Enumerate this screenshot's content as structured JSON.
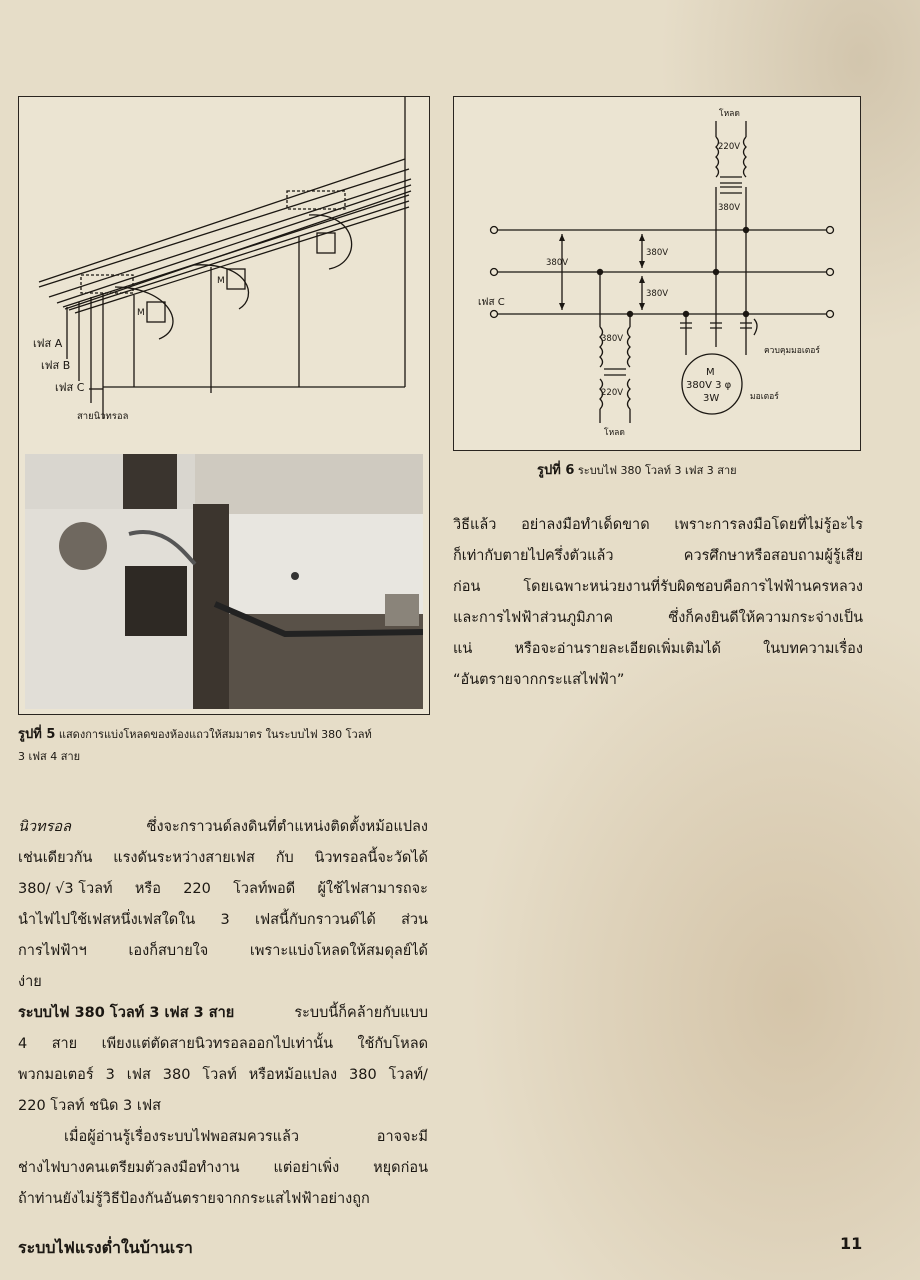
{
  "figure5": {
    "phase_a": "เฟส A",
    "phase_b": "เฟส B",
    "phase_c": "เฟส C",
    "neutral": "สายนิวทรอล",
    "meter_label": "M",
    "caption_number": "รูปที่ 5",
    "caption_line1": "แสดงการแบ่งโหลดของห้องแถวให้สมมาตร  ในระบบไฟ  380  โวลท์",
    "caption_line2": "3 เฟส 4 สาย"
  },
  "figure6": {
    "load_top": "โหลด",
    "load_bottom": "โหลด",
    "v_220_top": "220V",
    "v_380_top": "380V",
    "v_380_left": "380V",
    "v_380_mid1": "380V",
    "v_380_mid2": "380V",
    "v_380_trans": "380V",
    "v_220_trans": "220V",
    "phase_c": "เฟส C",
    "motor_m": "M",
    "motor_rating": "380V 3 φ",
    "motor_power": "3W",
    "motor_label": "มอเตอร์",
    "control_label": "ควบคุมมอเตอร์",
    "caption_number": "รูปที่ 6",
    "caption_text": "ระบบไฟ 380 โวลท์ 3 เฟส 3 สาย"
  },
  "right_col": {
    "lines": [
      [
        "วิธีแล้ว",
        "อย่าลงมือทำเด็ดขาด",
        "เพราะการลงมือโดยที่ไม่รู้อะไร"
      ],
      [
        "ก็เท่ากับตายไปครึ่งตัวแล้ว",
        "ควรศึกษาหรือสอบถามผู้รู้เสีย"
      ],
      [
        "ก่อน",
        "โดยเฉพาะหน่วยงานที่รับผิดชอบคือการไฟฟ้านครหลวง"
      ],
      [
        "และการไฟฟ้าส่วนภูมิภาค",
        "ซึ่งก็คงยินดีให้ความกระจ่างเป็น"
      ],
      [
        "แน่",
        "หรือจะอ่านรายละเอียดเพิ่มเติมได้",
        "ในบทความเรื่อง"
      ],
      [
        "“อันตรายจากกระแสไฟฟ้า”"
      ]
    ]
  },
  "left_col": {
    "p1_term": "นิวทรอล",
    "p1_line1_rest": "ซึ่งจะกราวนด์ลงดินที่ตำแหน่งติดตั้งหม้อแปลง",
    "p1_lines": [
      [
        "เช่นเดียวกัน",
        "แรงดันระหว่างสายเฟส",
        "กับ",
        "นิวทรอลนี้จะวัดได้"
      ],
      [
        "380/ √3 โวลท์",
        "หรือ",
        "220",
        "โวลท์พอดี",
        "ผู้ใช้ไฟสามารถจะ"
      ],
      [
        "นำไฟไปใช้เฟสหนึ่งเฟสใดใน",
        "3",
        "เฟสนี้กับกราวนด์ได้",
        "ส่วน"
      ],
      [
        "การไฟฟ้าฯ",
        "เองก็สบายใจ",
        "เพราะแบ่งโหลดให้สมดุลย์ได้"
      ]
    ],
    "p1_last": "ง่าย",
    "p2_bold": "ระบบไฟ 380 โวลท์ 3 เฟส 3 สาย",
    "p2_line1_rest": "ระบบนี้ก็คล้ายกับแบบ",
    "p2_lines": [
      [
        "4",
        "สาย",
        "เพียงแต่ตัดสายนิวทรอลออกไปเท่านั้น",
        "ใช้กับโหลด"
      ],
      [
        "พวกมอเตอร์",
        "3",
        "เฟส",
        "380",
        "โวลท์",
        "หรือหม้อแปลง",
        "380",
        "โวลท์/"
      ]
    ],
    "p2_last": "220 โวลท์ ชนิด 3 เฟส",
    "p3_line1": [
      "เมื่อผู้อ่านรู้เรื่องระบบไฟพอสมควรแล้ว",
      "อาจจะมี"
    ],
    "p3_lines": [
      [
        "ช่างไฟบางคนเตรียมตัวลงมือทำงาน",
        "แต่อย่าเพิ่ง",
        "หยุดก่อน"
      ],
      [
        "ถ้าท่านยังไม่รู้วิธีป้องกันอันตรายจากกระแสไฟฟ้าอย่างถูก"
      ]
    ]
  },
  "footer": {
    "title": "ระบบไฟแรงต่ำในบ้านเรา",
    "page_number": "11"
  }
}
